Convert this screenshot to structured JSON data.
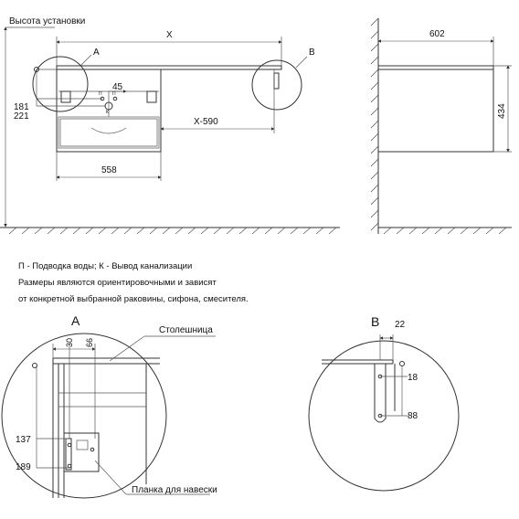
{
  "front_view": {
    "mount_height_label": "Высота установки",
    "width_label": "X",
    "detail_a_label": "A",
    "detail_b_label": "B",
    "dim_45": "45",
    "dim_181": "181",
    "dim_221": "221",
    "dim_x590": "X-590",
    "dim_558": "558"
  },
  "side_view": {
    "depth_label": "602",
    "height_label": "434"
  },
  "notes": [
    "П - Подводка воды; К - Вывод канализации",
    "Размеры являются ориентировочными и зависят",
    "от конкретной выбранной раковины, сифона, смесителя."
  ],
  "detail_a": {
    "title": "A",
    "dim_30": "30",
    "dim_66": "66",
    "countertop_label": "Столешница",
    "dim_137": "137",
    "dim_189": "189",
    "bracket_label": "Планка для навески"
  },
  "detail_b": {
    "title": "B",
    "dim_22": "22",
    "dim_18": "18",
    "dim_88": "88"
  }
}
